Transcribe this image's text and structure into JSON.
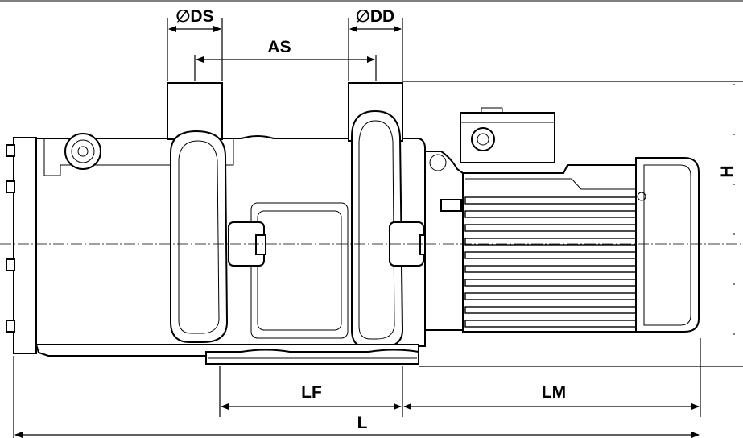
{
  "labels": {
    "ds": "∅DS",
    "dd": "∅DD",
    "as": "AS",
    "h": "H",
    "lf": "LF",
    "lm": "LM",
    "l": "L"
  },
  "colors": {
    "line": "#000000",
    "background": "#ffffff"
  }
}
